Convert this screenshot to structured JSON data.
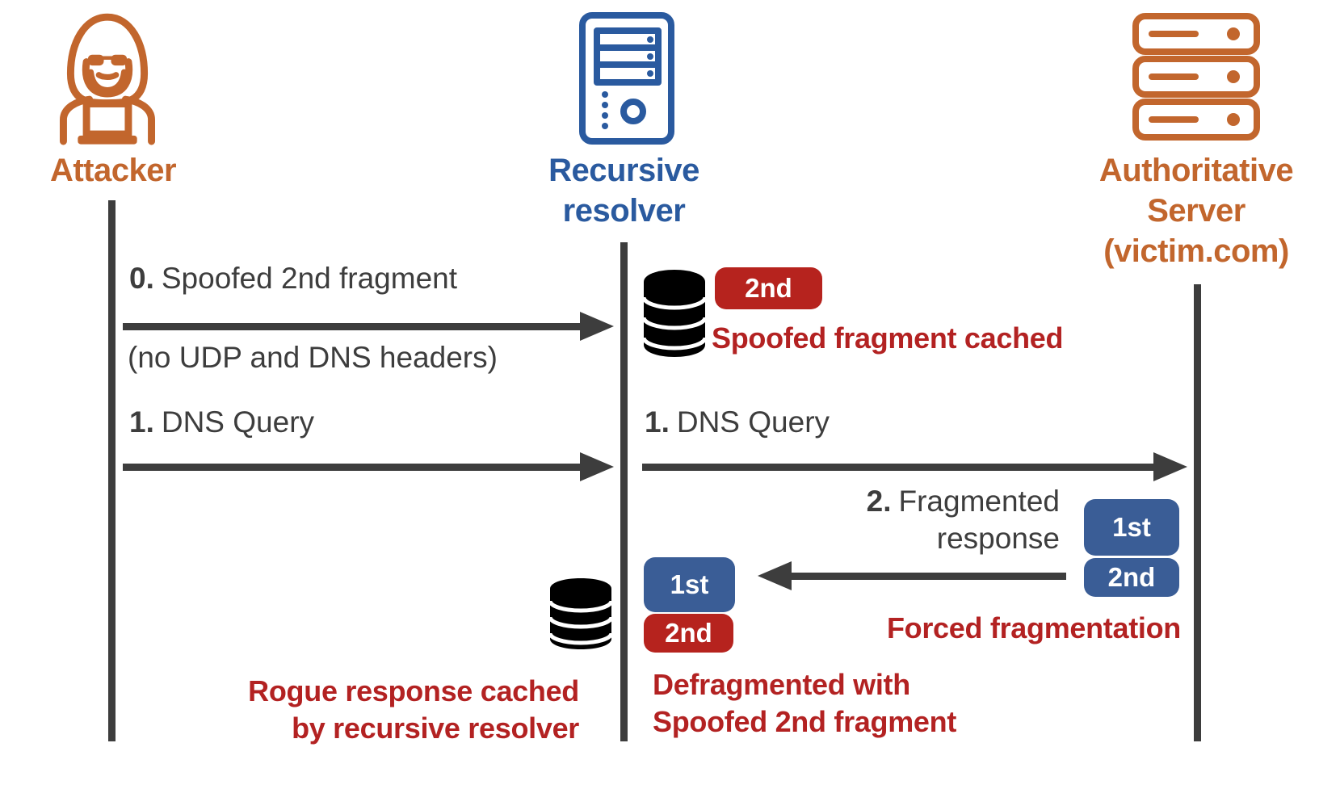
{
  "colors": {
    "orange_accent": "#c2662d",
    "blue_accent": "#2a5a9f",
    "badge_blue": "#3a5d96",
    "badge_red": "#b6231e",
    "note_red": "#b32222",
    "line_dark": "#3d3d3d"
  },
  "actors": {
    "attacker": {
      "label": "Attacker"
    },
    "resolver": {
      "label1": "Recursive",
      "label2": "resolver"
    },
    "authoritative": {
      "label1": "Authoritative",
      "label2": "Server",
      "label3": "(victim.com)"
    }
  },
  "messages": {
    "step0": {
      "num": "0.",
      "text": "Spoofed 2nd fragment",
      "sub": "(no UDP and DNS headers)"
    },
    "step1_left": {
      "num": "1.",
      "text": "DNS Query"
    },
    "step1_right": {
      "num": "1.",
      "text": "DNS Query"
    },
    "step2": {
      "num": "2.",
      "text1": "Fragmented",
      "text2": "response"
    }
  },
  "badges": {
    "cached_2nd": "2nd",
    "victim_1st": "1st",
    "victim_2nd": "2nd",
    "resolver_1st": "1st",
    "resolver_2nd": "2nd"
  },
  "annotations": {
    "spoofed_cached": "Spoofed fragment cached",
    "forced_fragmentation": "Forced fragmentation",
    "defragmented1": "Defragmented with",
    "defragmented2": "Spoofed 2nd fragment",
    "rogue1": "Rogue response cached",
    "rogue2": "by recursive resolver"
  }
}
